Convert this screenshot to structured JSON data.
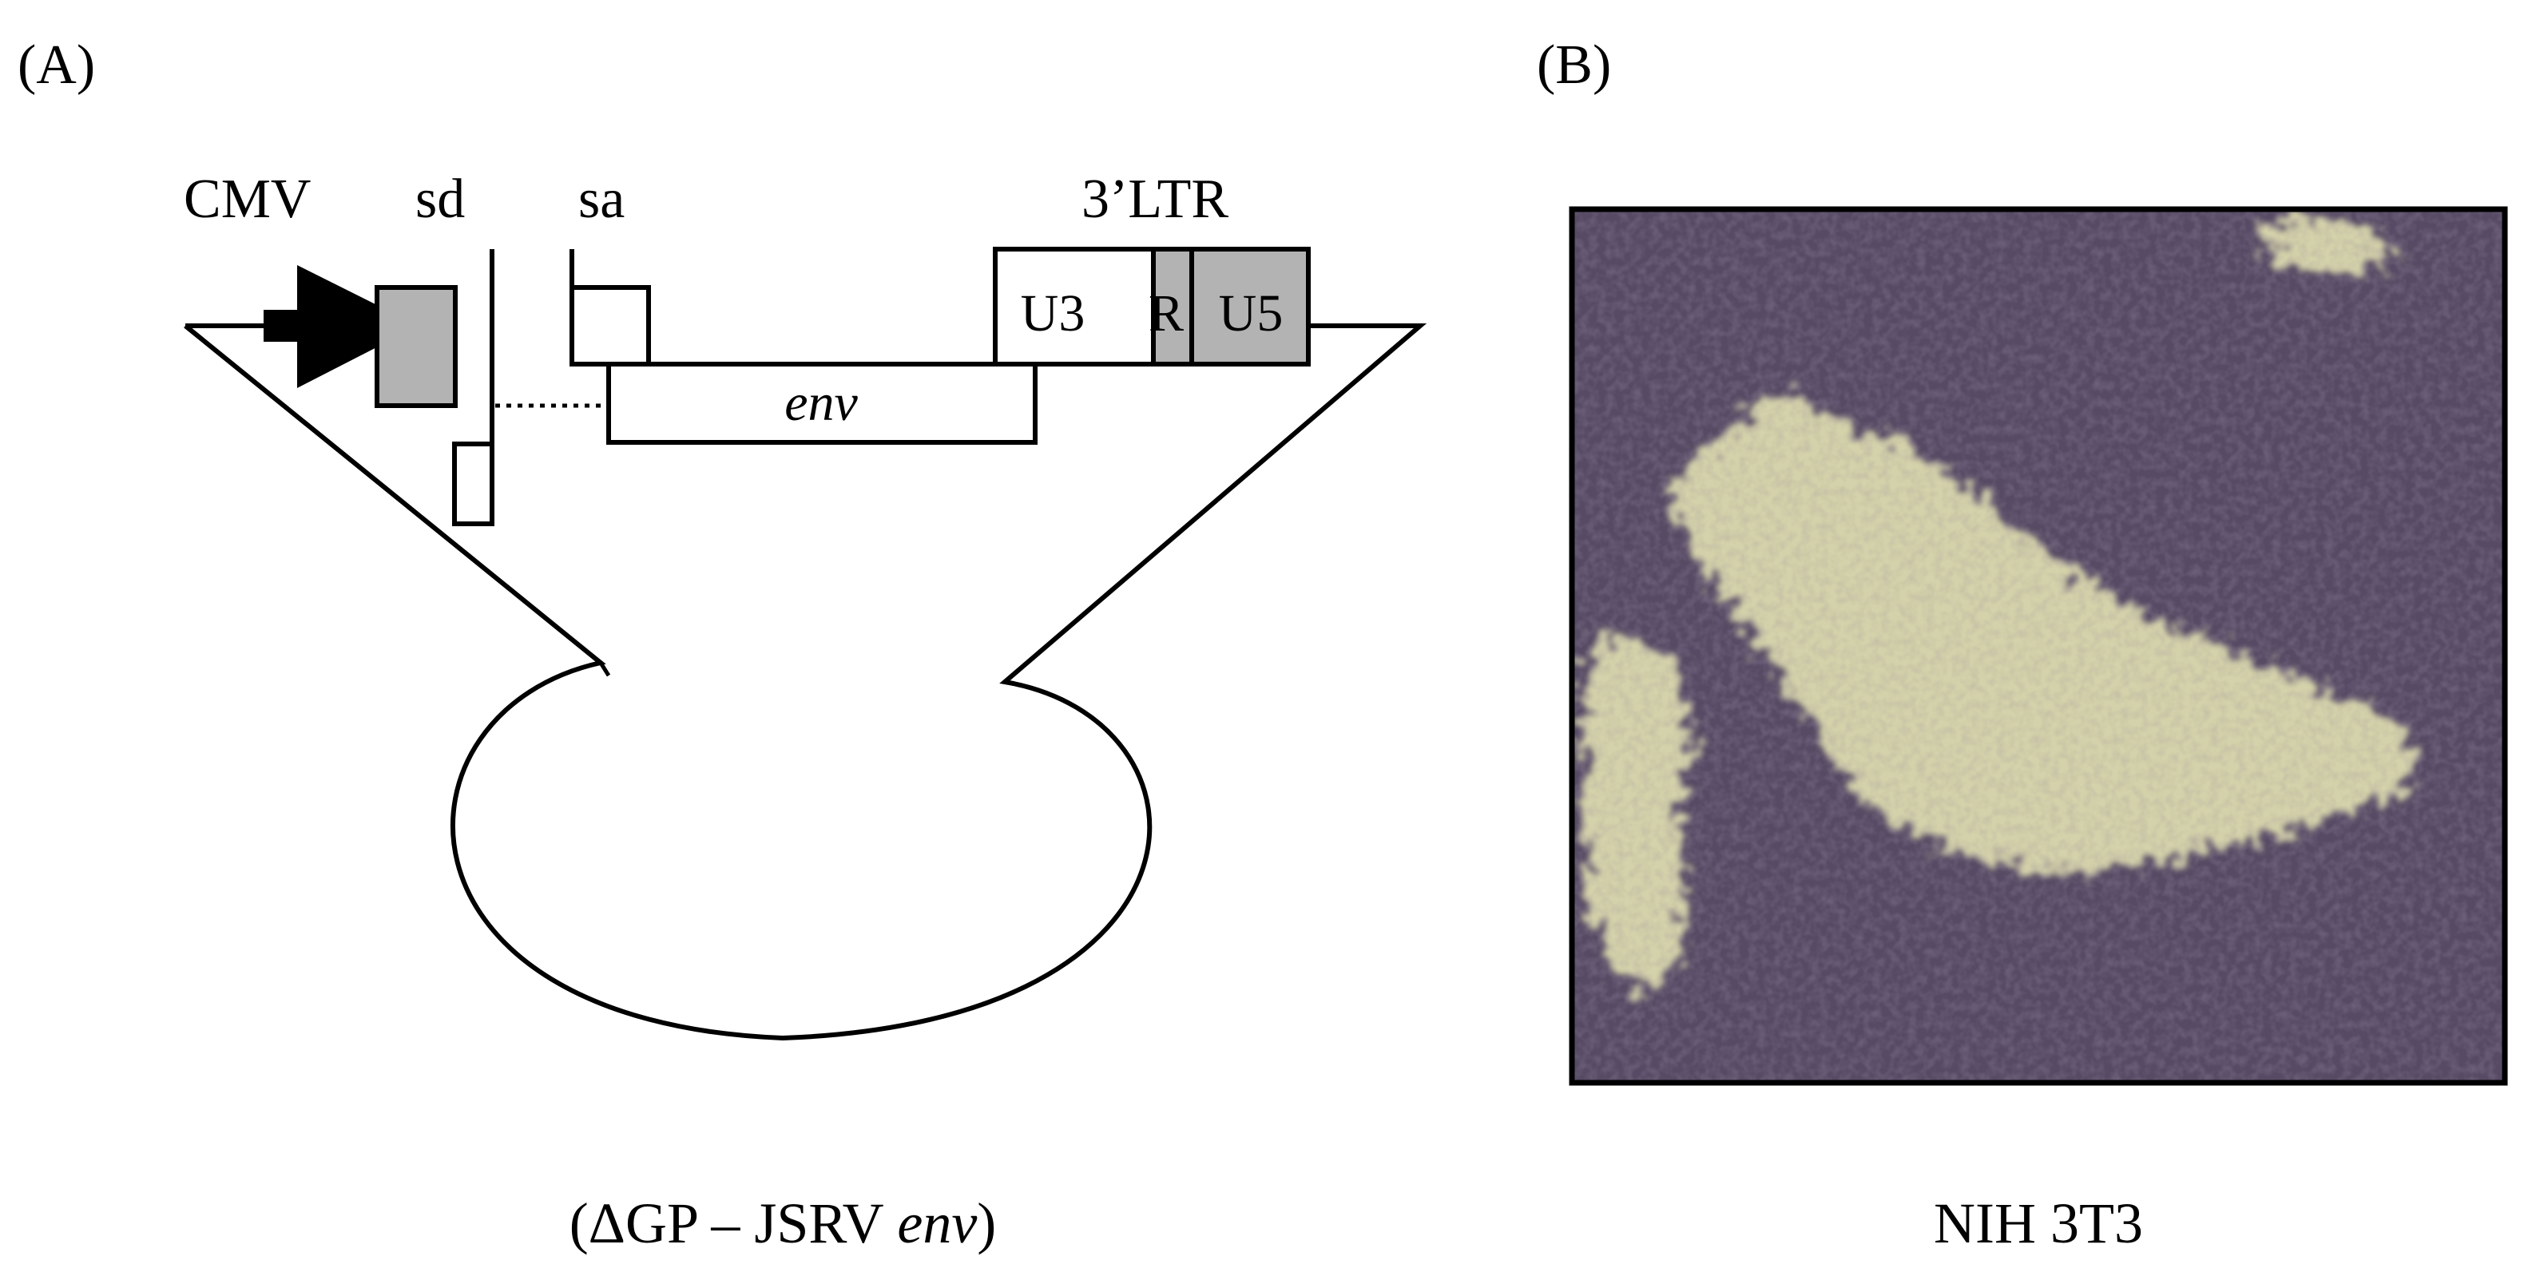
{
  "panel_a": {
    "label": "(A)",
    "labels": {
      "cmv": "CMV",
      "sd": "sd",
      "sa": "sa",
      "ltr": "3’LTR",
      "u3": "U3",
      "r": "R",
      "u5": "U5",
      "env": "env"
    },
    "caption": {
      "open": "(ΔGP – JSRV ",
      "italic": "env",
      "close": ")"
    },
    "colors": {
      "shaded_box": "#b3b3b3",
      "line": "#000000"
    }
  },
  "panel_b": {
    "label": "(B)",
    "caption": "NIH 3T3",
    "colors": {
      "background": "#564a64",
      "foci": "#d4d2aa"
    }
  }
}
